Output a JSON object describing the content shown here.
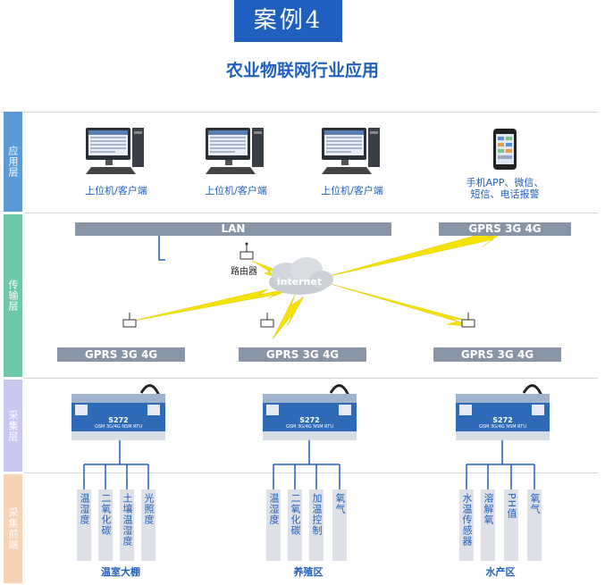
{
  "header": {
    "case_label": "案例4",
    "title": "农业物联网行业应用"
  },
  "layers": [
    "应用层",
    "传输层",
    "采集层",
    "采集前端"
  ],
  "apps": {
    "computer_label": "上位机/客户端",
    "mobile_label_line1": "手机APP、微信、",
    "mobile_label_line2": "短信、电话报警"
  },
  "transport": {
    "lan_label": "LAN",
    "gprs_label": "GPRS 3G 4G",
    "router_label": "路由器",
    "internet_label": "internet"
  },
  "device": {
    "model": "S272",
    "subtitle": "GSM 3G/4G NSM RTU"
  },
  "groups": [
    {
      "name": "温室大棚",
      "sensors": [
        "温湿度",
        "二氧化碳",
        "土壤温湿度",
        "光照度"
      ]
    },
    {
      "name": "养殖区",
      "sensors": [
        "温湿度",
        "二氧化碳",
        "加温控制",
        "氧气"
      ]
    },
    {
      "name": "水产区",
      "sensors": [
        "水温传感器",
        "溶解氧",
        "PH值",
        "氧气"
      ]
    }
  ],
  "colors": {
    "brand_blue": "#1f5fbf",
    "bar_gray": "#8795a6",
    "lightning": "#f4e200"
  }
}
